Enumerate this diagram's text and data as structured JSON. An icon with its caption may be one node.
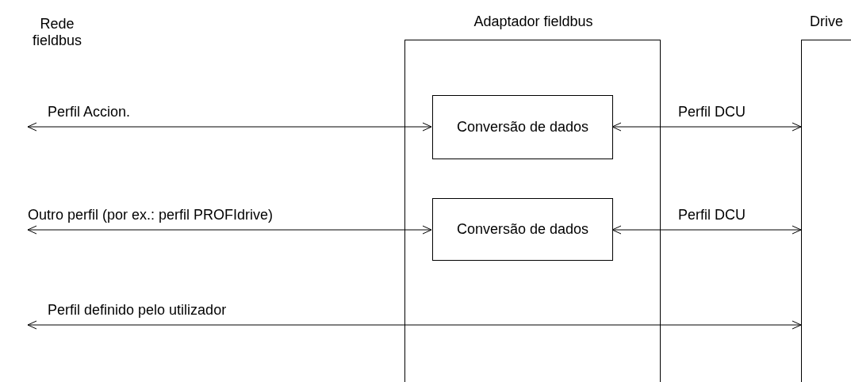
{
  "diagram": {
    "nodes": [
      {
        "text": [
          "Adaptador fieldbus"
        ]
      },
      {
        "text": [
          "Conversão de dados"
        ],
        "in": 0
      },
      {
        "text": [
          "Conversão de dados"
        ],
        "in": 0
      },
      {
        "text": [
          "Drive"
        ]
      }
    ],
    "edges": [
      {
        "from": null,
        "to": 1,
        "arrow": "both",
        "label": "Perfil Accion."
      },
      {
        "from": 1,
        "to": 3,
        "arrow": "both",
        "label": "Perfil DCU"
      },
      {
        "from": null,
        "to": 2,
        "arrow": "both",
        "label": "Outro perfil (por ex.: perfil PROFIdrive)"
      },
      {
        "from": 2,
        "to": 3,
        "arrow": "both",
        "label": "Perfil DCU"
      },
      {
        "from": null,
        "to": 3,
        "arrow": "both",
        "label": "Perfil definido pelo utilizador"
      }
    ],
    "labels": [
      "Rede fieldbus"
    ]
  }
}
